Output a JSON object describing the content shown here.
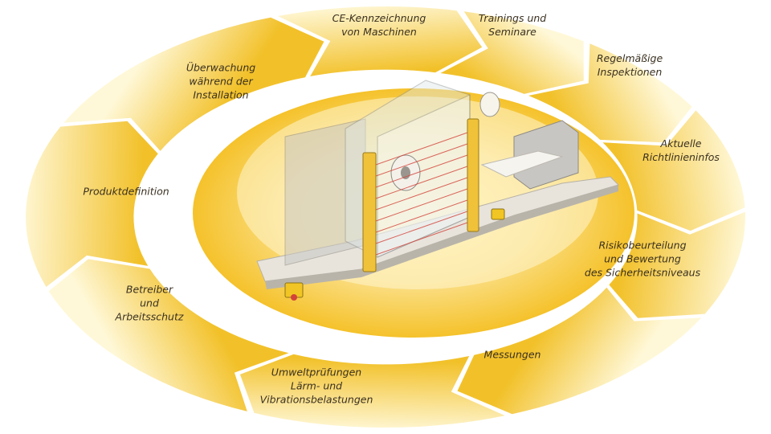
{
  "diagram": {
    "colors": {
      "arrow_light": "#fff8d8",
      "arrow_dark": "#f2c12a",
      "glow_center": "#fff3b0",
      "glow_edge": "#f5c22b",
      "light_curtain": "#f0c23a",
      "beam": "#d4433a"
    },
    "center_image": "packaging-machine-with-safety-light-curtains",
    "steps": [
      {
        "id": "ce",
        "label": "CE-Kennzeichnung\nvon Maschinen"
      },
      {
        "id": "trainings",
        "label": "Trainings und\nSeminare"
      },
      {
        "id": "inspektionen",
        "label": "Regelmäßige\nInspektionen"
      },
      {
        "id": "richtlinien",
        "label": "Aktuelle\nRichtlinieninfos"
      },
      {
        "id": "risiko",
        "label": "Risikobeurteilung\nund Bewertung\ndes Sicherheitsniveaus"
      },
      {
        "id": "messungen",
        "label": "Messungen"
      },
      {
        "id": "umwelt",
        "label": "Umweltprüfungen\nLärm- und\nVibrationsbelastungen"
      },
      {
        "id": "betreiber",
        "label": "Betreiber\nund\nArbeitsschutz"
      },
      {
        "id": "produkt",
        "label": "Produktdefinition"
      },
      {
        "id": "ueberwachung",
        "label": "Überwachung\nwährend der\nInstallation"
      }
    ]
  }
}
